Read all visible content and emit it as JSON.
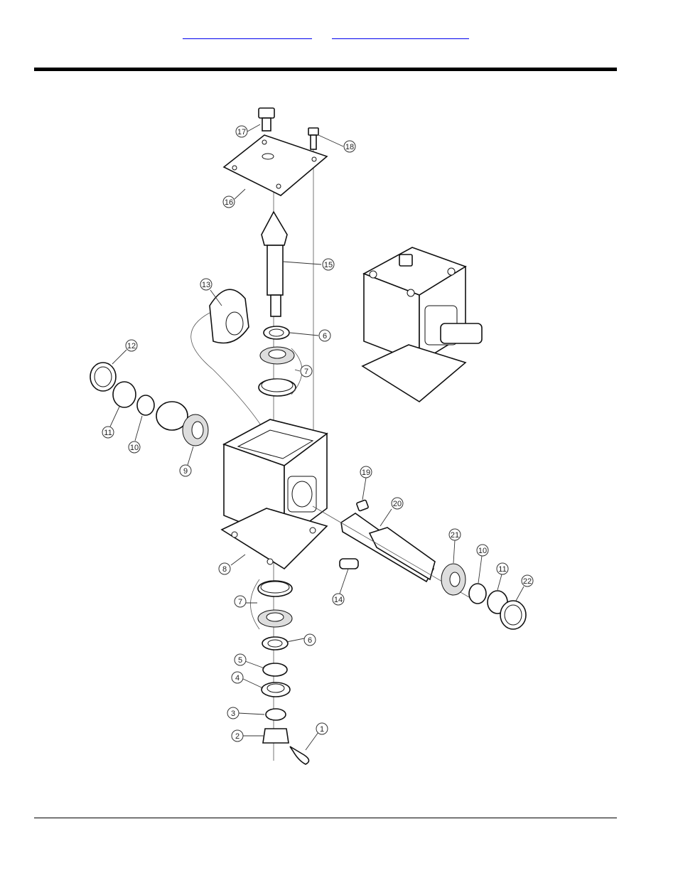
{
  "header": {
    "link_1": "",
    "link_2": ""
  },
  "diagram": {
    "callouts": [
      "1",
      "2",
      "3",
      "4",
      "5",
      "6",
      "6",
      "7",
      "7",
      "8",
      "9",
      "10",
      "10",
      "11",
      "11",
      "12",
      "13",
      "14",
      "15",
      "16",
      "17",
      "18",
      "19",
      "20",
      "21",
      "22"
    ]
  },
  "colors": {
    "link": "#0000ee",
    "rule": "#000000",
    "line_art": "#111111"
  }
}
